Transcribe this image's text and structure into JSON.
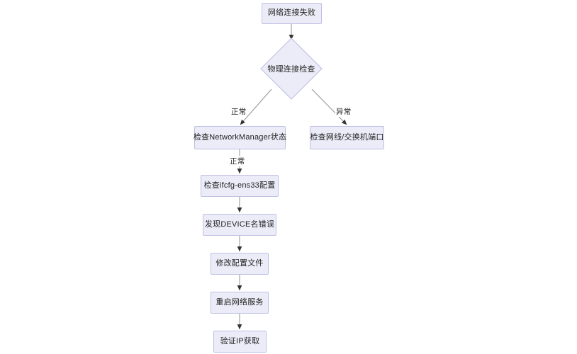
{
  "diagram": {
    "type": "flowchart",
    "direction": "top-down",
    "title": "",
    "colors": {
      "node_fill": "#ECECF8",
      "node_border": "#BFBFE4",
      "edge_line": "#9a9a9a",
      "arrow_head": "#333333",
      "text": "#1f1f1f",
      "background": "#ffffff"
    },
    "nodes": [
      {
        "id": "start",
        "shape": "rect",
        "label": "网络连接失败"
      },
      {
        "id": "check_phys",
        "shape": "diamond",
        "label": "物理连接检查"
      },
      {
        "id": "check_nm",
        "shape": "rect",
        "label": "检查NetworkManager状态"
      },
      {
        "id": "check_cable",
        "shape": "rect",
        "label": "检查网线/交换机端口"
      },
      {
        "id": "check_ifcfg",
        "shape": "rect",
        "label": "检查ifcfg-ens33配置"
      },
      {
        "id": "found_error",
        "shape": "rect",
        "label": "发现DEVICE名错误"
      },
      {
        "id": "modify_cfg",
        "shape": "rect",
        "label": "修改配置文件"
      },
      {
        "id": "restart_net",
        "shape": "rect",
        "label": "重启网络服务"
      },
      {
        "id": "verify_ip",
        "shape": "rect",
        "label": "验证IP获取"
      }
    ],
    "edges": [
      {
        "from": "start",
        "to": "check_phys",
        "label": ""
      },
      {
        "from": "check_phys",
        "to": "check_nm",
        "label": "正常"
      },
      {
        "from": "check_phys",
        "to": "check_cable",
        "label": "异常"
      },
      {
        "from": "check_nm",
        "to": "check_ifcfg",
        "label": "正常"
      },
      {
        "from": "check_ifcfg",
        "to": "found_error",
        "label": ""
      },
      {
        "from": "found_error",
        "to": "modify_cfg",
        "label": ""
      },
      {
        "from": "modify_cfg",
        "to": "restart_net",
        "label": ""
      },
      {
        "from": "restart_net",
        "to": "verify_ip",
        "label": ""
      }
    ],
    "edge_labels": {
      "normal_1": "正常",
      "abnormal_1": "异常",
      "normal_2": "正常"
    }
  }
}
